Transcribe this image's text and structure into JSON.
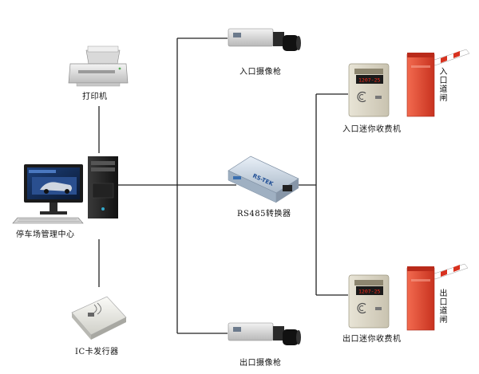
{
  "labels": {
    "printer": "打印机",
    "center": "停车场管理中心",
    "ic_issuer": "IC卡发行器",
    "entry_camera": "入口摄像枪",
    "exit_camera": "出口摄像枪",
    "converter": "RS485转换器",
    "entry_charger": "入口迷你收费机",
    "exit_charger": "出口迷你收费机",
    "entry_gate": "入口道闸",
    "exit_gate": "出口道闸"
  },
  "displays": {
    "entry_lcd": "1207-25",
    "exit_lcd": "1207-25"
  },
  "converter_brand": "RS-TEK",
  "colors": {
    "line": "#222222",
    "gate_body": "#e8432e",
    "barrier_red": "#d8321f",
    "lcd_text": "#ff2a1a"
  }
}
